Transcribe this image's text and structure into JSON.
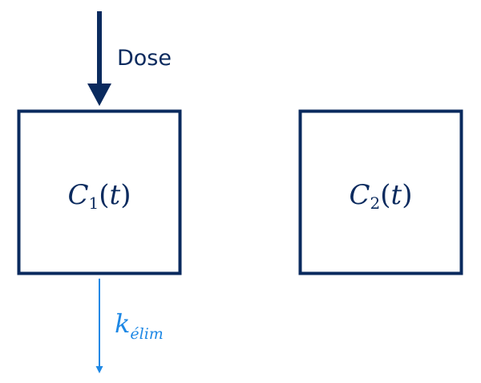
{
  "diagram": {
    "dose_label": "Dose",
    "compartment_1": {
      "symbol": "C",
      "subscript": "1",
      "open": "(",
      "variable": "t",
      "close": ")"
    },
    "compartment_2": {
      "symbol": "C",
      "subscript": "2",
      "open": "(",
      "variable": "t",
      "close": ")"
    },
    "elimination": {
      "symbol": "k",
      "subscript": "élim"
    }
  },
  "colors": {
    "primary": "#0a2a5e",
    "elimination": "#1e88e5",
    "background": "#ffffff"
  }
}
